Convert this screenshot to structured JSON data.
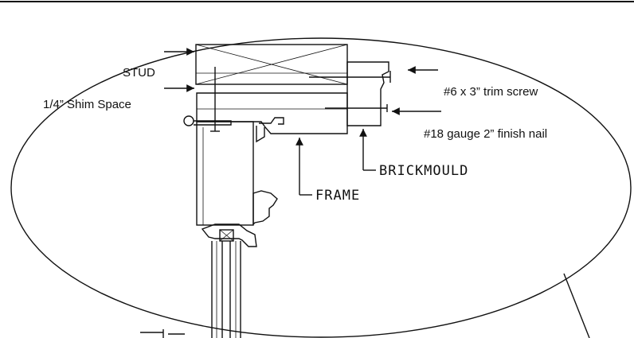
{
  "labels": {
    "stud": "STUD",
    "shim_space": "1/4” Shim Space",
    "trim_screw": "#6 x 3” trim screw",
    "finish_nail": "#18 gauge 2” finish nail",
    "brickmould": "BRICKMOULD",
    "frame": "FRAME"
  }
}
